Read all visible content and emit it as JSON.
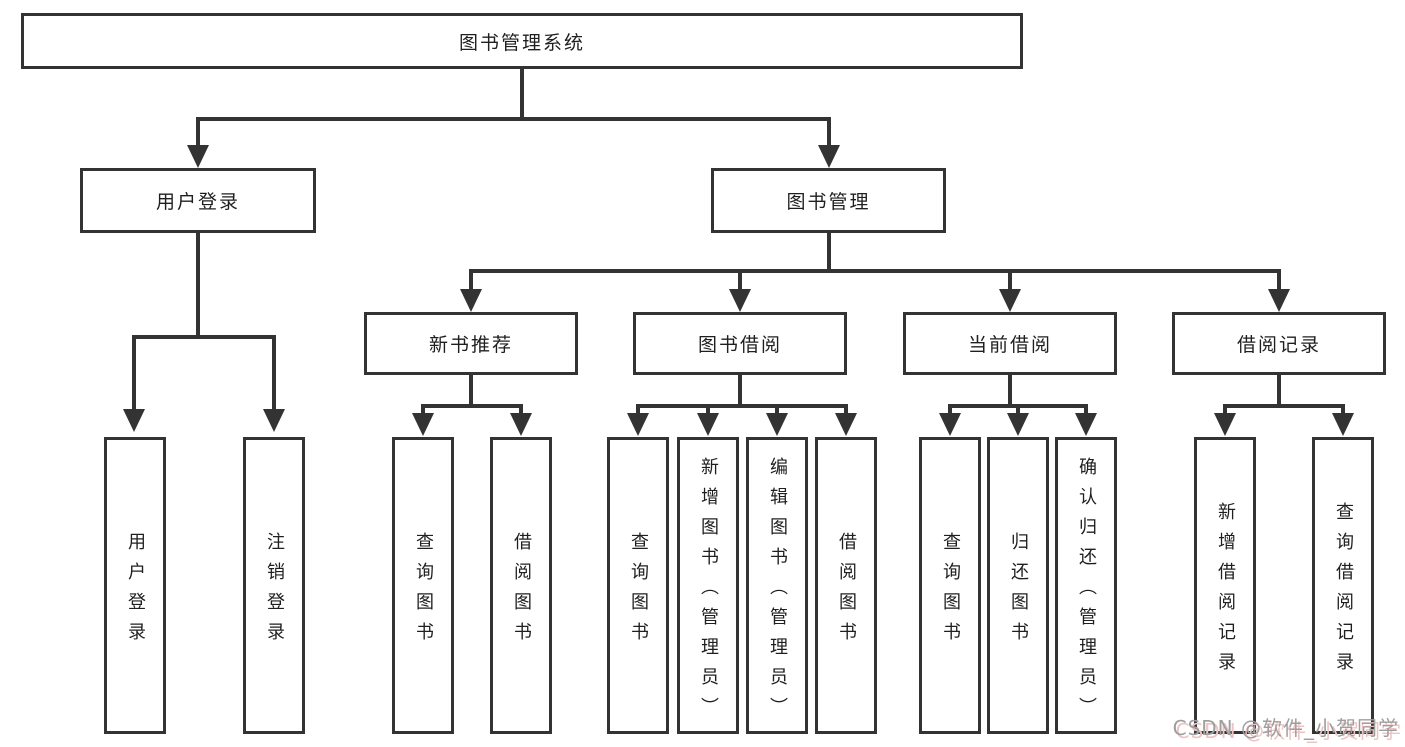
{
  "root": {
    "label": "图书管理系统"
  },
  "level2": [
    {
      "label": "用户登录"
    },
    {
      "label": "图书管理"
    }
  ],
  "level3": [
    {
      "label": "新书推荐"
    },
    {
      "label": "图书借阅"
    },
    {
      "label": "当前借阅"
    },
    {
      "label": "借阅记录"
    }
  ],
  "leaves": {
    "userLogin": [
      "用户登录",
      "注销登录"
    ],
    "newBook": [
      "查询图书",
      "借阅图书"
    ],
    "bookBorrow": [
      "查询图书",
      "新增图书（管理员）",
      "编辑图书（管理员）",
      "借阅图书"
    ],
    "currentBorrow": [
      "查询图书",
      "归还图书",
      "确认归还（管理员）"
    ],
    "borrowRecord": [
      "新增借阅记录",
      "查询借阅记录"
    ]
  },
  "watermark": "CSDN @软件_小贺同学",
  "colors": {
    "line": "#333333",
    "box_border": "#333333",
    "box_background": "#ffffff",
    "text": "#1f1f1f",
    "watermark_text": "#9e9e9e",
    "watermark_shadow": "#eec3c3"
  }
}
